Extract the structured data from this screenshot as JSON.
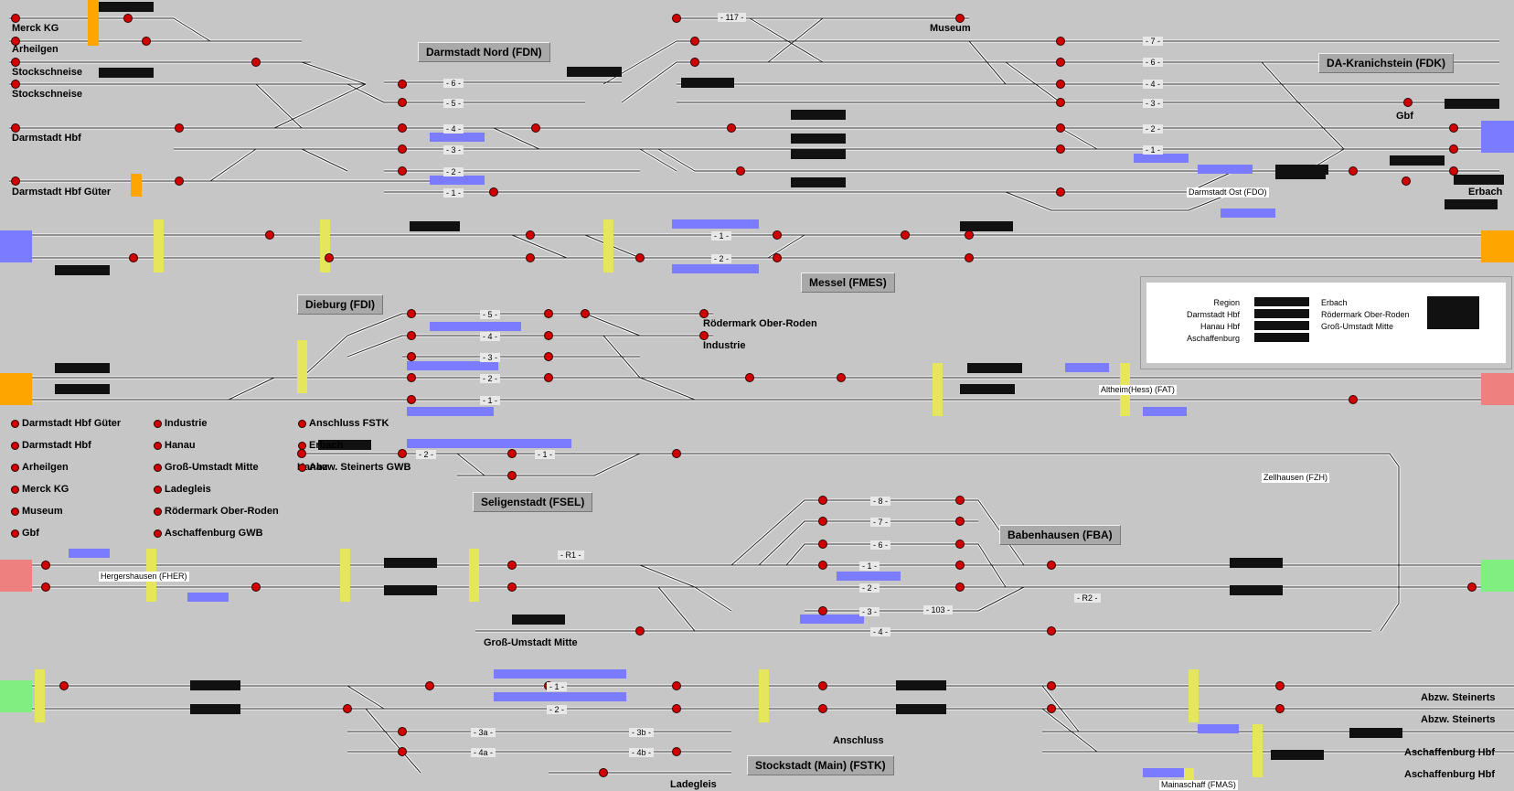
{
  "stations": [
    {
      "id": "fdn",
      "label": "Darmstadt Nord (FDN)"
    },
    {
      "id": "fdk",
      "label": "DA-Kranichstein (FDK)"
    },
    {
      "id": "fdo",
      "label": "Darmstadt Ost (FDO)"
    },
    {
      "id": "fmes",
      "label": "Messel (FMES)"
    },
    {
      "id": "fdi",
      "label": "Dieburg (FDI)"
    },
    {
      "id": "fat",
      "label": "Altheim(Hess) (FAT)"
    },
    {
      "id": "fsel",
      "label": "Seligenstadt (FSEL)"
    },
    {
      "id": "fzh",
      "label": "Zellhausen (FZH)"
    },
    {
      "id": "fba",
      "label": "Babenhausen (FBA)"
    },
    {
      "id": "fher",
      "label": "Hergershausen (FHER)"
    },
    {
      "id": "fstk",
      "label": "Stockstadt (Main) (FSTK)"
    },
    {
      "id": "fmas",
      "label": "Mainaschaff (FMAS)"
    }
  ],
  "left_labels": [
    "Merck KG",
    "Arheilgen",
    "Stockschneise",
    "Stockschneise",
    "Darmstadt Hbf",
    "Darmstadt Hbf Güter"
  ],
  "right_labels": [
    "Museum",
    "Gbf",
    "Erbach",
    "Rödermark Ober-Roden",
    "Industrie",
    "Abzw. Steinerts",
    "Abzw. Steinerts",
    "Aschaffenburg Hbf",
    "Aschaffenburg Hbf",
    "Anschluss",
    "Ladegleis",
    "Hanau",
    "Groß-Umstadt Mitte"
  ],
  "destinations": {
    "col1": [
      "Darmstadt Hbf Güter",
      "Darmstadt Hbf",
      "Arheilgen",
      "Merck KG",
      "Museum",
      "Gbf"
    ],
    "col2": [
      "Industrie",
      "Hanau",
      "Groß-Umstadt Mitte",
      "Ladegleis",
      "Rödermark Ober-Roden",
      "Aschaffenburg GWB"
    ],
    "col3": [
      "Anschluss FSTK",
      "Erbach",
      "Abzw. Steinerts GWB"
    ]
  },
  "legend": {
    "left": [
      "Region",
      "Darmstadt Hbf",
      "Hanau Hbf",
      "Aschaffenburg"
    ],
    "right": [
      "Erbach",
      "Rödermark  Ober-Roden",
      "Groß-Umstadt Mitte"
    ]
  },
  "track_numbers": {
    "fdn": [
      "6",
      "5",
      "4",
      "3",
      "2",
      "1"
    ],
    "fdk": [
      "117",
      "7",
      "6",
      "4",
      "3",
      "2",
      "1"
    ],
    "fmes": [
      "1",
      "2"
    ],
    "fdi": [
      "5",
      "4",
      "3",
      "2",
      "1"
    ],
    "fsel": [
      "2",
      "1"
    ],
    "fba": [
      "R1",
      "8",
      "7",
      "6",
      "1",
      "2",
      "3",
      "103",
      "4",
      "R2"
    ],
    "fstk": [
      "1",
      "2",
      "3a",
      "4a",
      "3b",
      "4b"
    ]
  },
  "colors": {
    "background": "#c6c6c6",
    "signal": "#d00000",
    "track": "#ffffff",
    "block": "#111111",
    "occupied": "#7b7bff",
    "border_left": "#7b7bff",
    "border_orange": "#ffa500",
    "border_red": "#ee8080",
    "border_green": "#80ee80"
  }
}
